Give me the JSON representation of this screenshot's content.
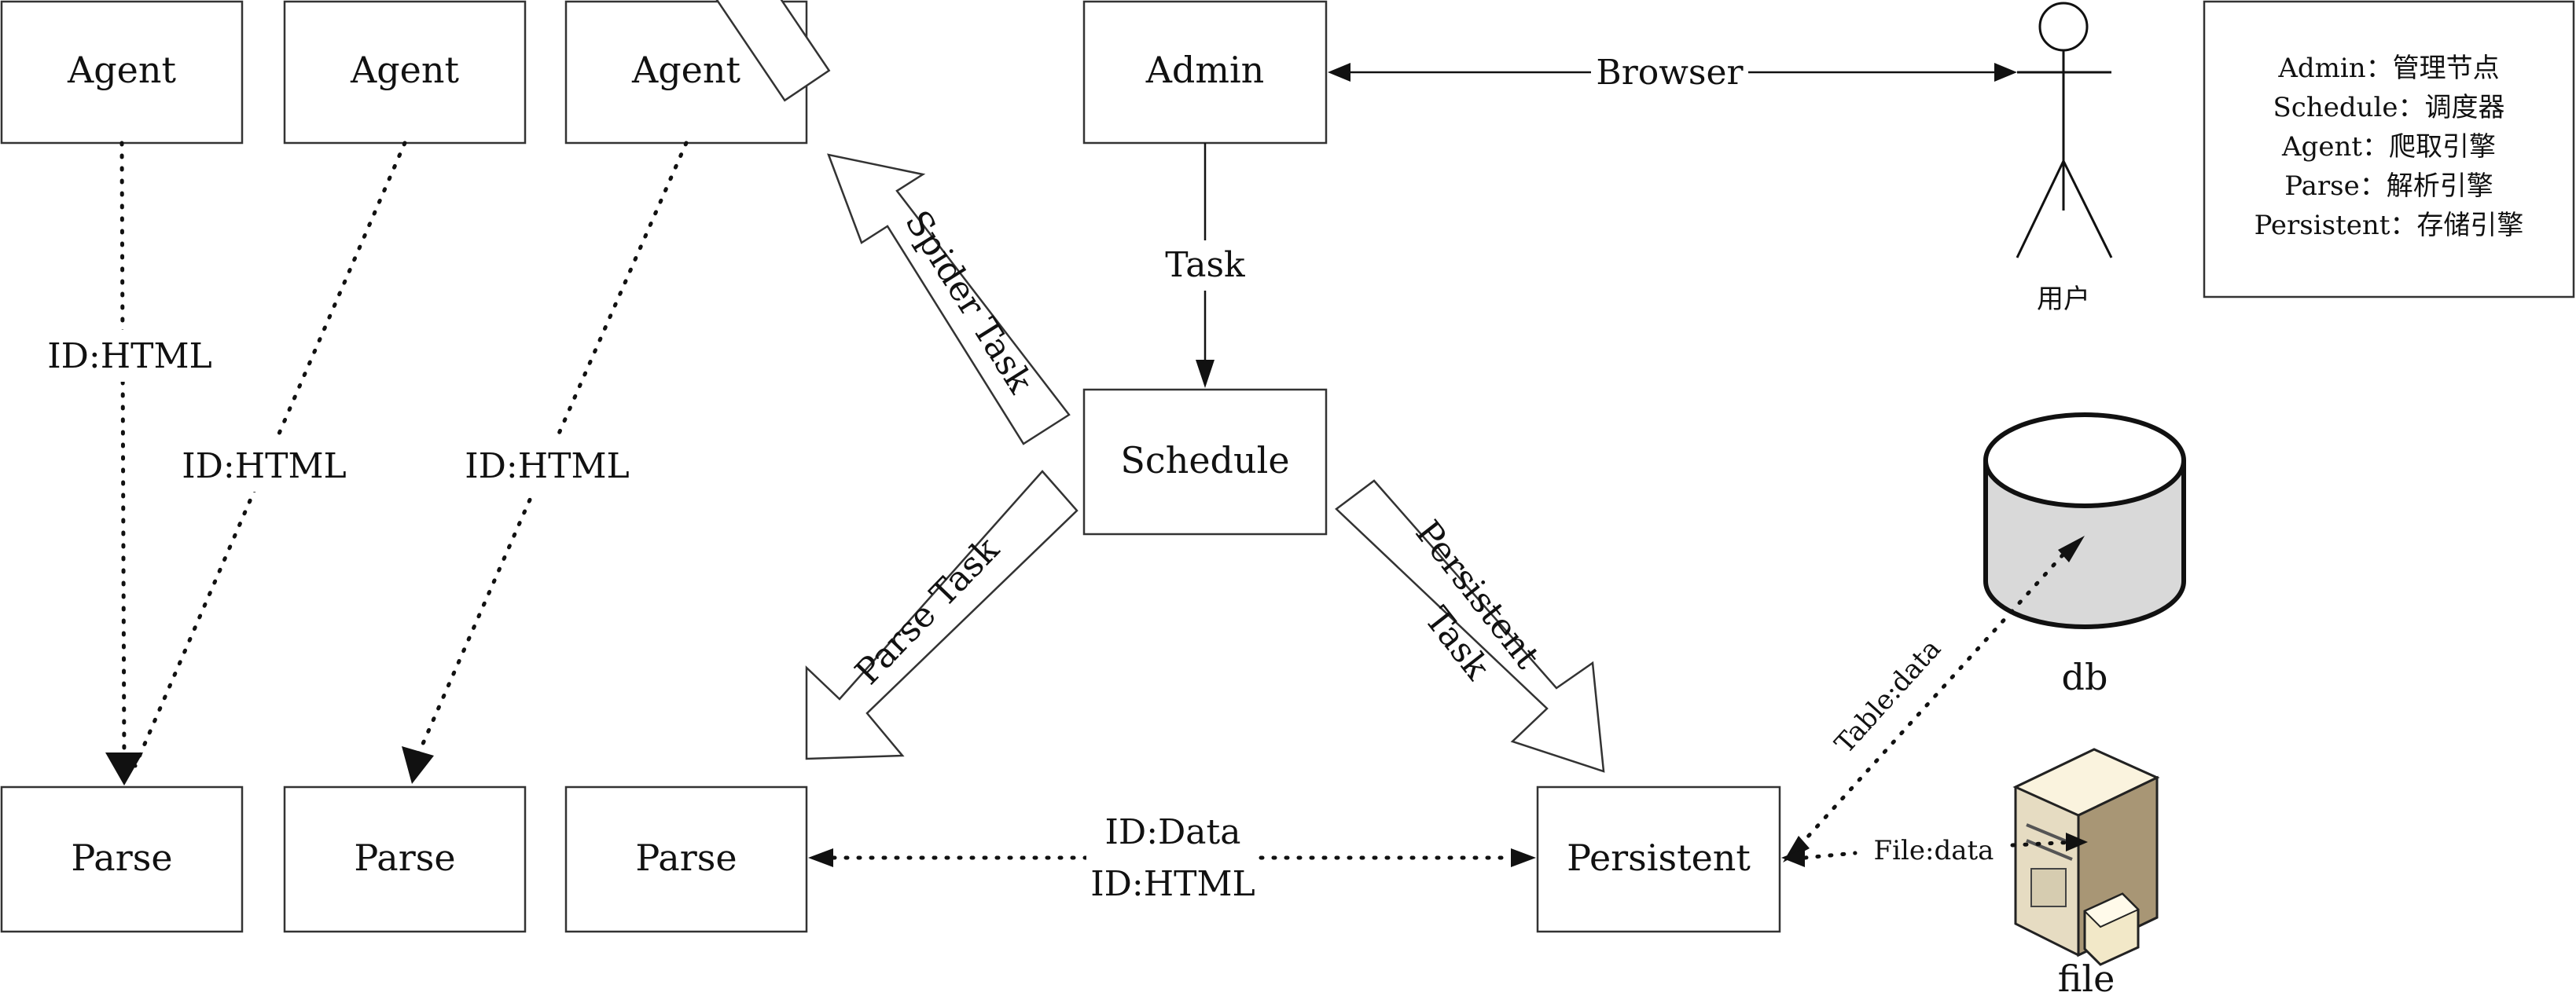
{
  "nodes": {
    "agent1": "Agent",
    "agent2": "Agent",
    "agent3": "Agent",
    "admin": "Admin",
    "schedule": "Schedule",
    "parse1": "Parse",
    "parse2": "Parse",
    "parse3": "Parse",
    "persistent": "Persistent",
    "db": "db",
    "file": "file",
    "user": "用户"
  },
  "edges": {
    "agent1_html": "ID:HTML",
    "agent2_html": "ID:HTML",
    "agent3_html": "ID:HTML",
    "browser": "Browser",
    "task": "Task",
    "spider_task": "Spider Task",
    "parse_task": "Parse Task",
    "persistent_task_line1": "Persistent",
    "persistent_task_line2": "Task",
    "id_data": "ID:Data",
    "id_html": "ID:HTML",
    "table_data": "Table:data",
    "file_data": "File:data"
  },
  "legend": [
    "Admin：管理节点",
    "Schedule：调度器",
    "Agent：爬取引擎",
    "Parse：解析引擎",
    "Persistent：存储引擎"
  ]
}
